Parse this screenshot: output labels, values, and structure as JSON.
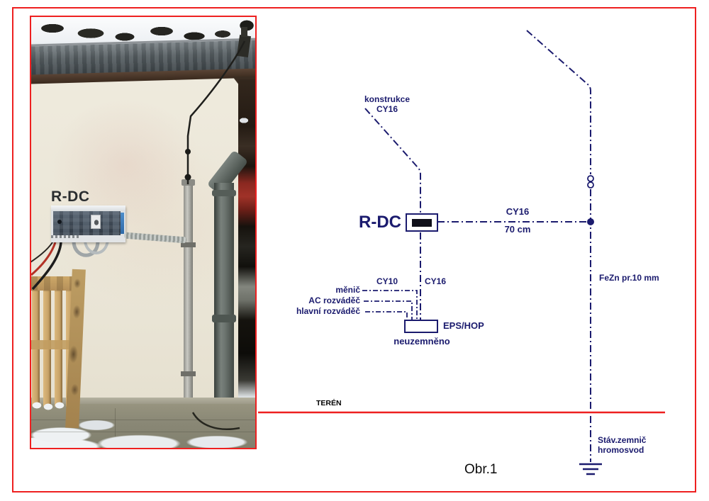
{
  "photo": {
    "rdc_label": "R-DC"
  },
  "diagram": {
    "konstrukce": {
      "line1": "konstrukce",
      "line2": "CY16"
    },
    "rdc_label": "R-DC",
    "bond": {
      "cable": "CY16",
      "length": "70 cm"
    },
    "fezn_label": "FeZn pr.10 mm",
    "cy10_label": "CY10",
    "cy16_vertical_label": "CY16",
    "branches": {
      "menic": "měnič",
      "ac": "AC rozváděč",
      "hlavni": "hlavní rozváděč"
    },
    "eps_label": "EPS/HOP",
    "neuzemneno_label": "neuzemněno",
    "teren_label": "TERÉN",
    "zemnic": {
      "line1": "Stáv.zemnič",
      "line2": "hromosvod"
    },
    "colors": {
      "navy": "#1b1b6e",
      "red": "#ee2020",
      "black": "#000000"
    }
  },
  "caption": "Obr.1"
}
